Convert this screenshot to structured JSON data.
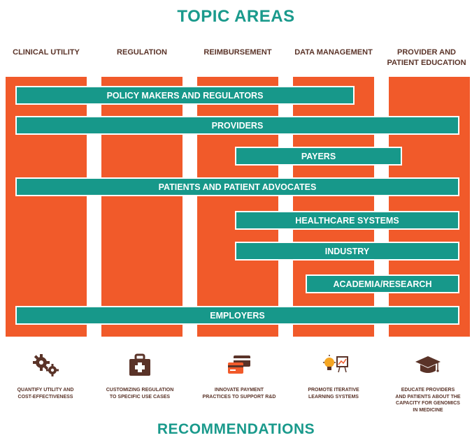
{
  "titles": {
    "top": "TOPIC AREAS",
    "bottom": "RECOMMENDATIONS"
  },
  "columns": [
    {
      "header_line1": "CLINICAL UTILITY",
      "header_line2": ""
    },
    {
      "header_line1": "REGULATION",
      "header_line2": ""
    },
    {
      "header_line1": "REIMBURSEMENT",
      "header_line2": ""
    },
    {
      "header_line1": "DATA MANAGEMENT",
      "header_line2": ""
    },
    {
      "header_line1": "PROVIDER AND",
      "header_line2": "PATIENT EDUCATION"
    }
  ],
  "stakeholders": [
    {
      "label": "POLICY MAKERS AND REGULATORS"
    },
    {
      "label": "PROVIDERS"
    },
    {
      "label": "PAYERS"
    },
    {
      "label": "PATIENTS AND PATIENT ADVOCATES"
    },
    {
      "label": "HEALTHCARE SYSTEMS"
    },
    {
      "label": "INDUSTRY"
    },
    {
      "label": "ACADEMIA/RESEARCH"
    },
    {
      "label": "EMPLOYERS"
    }
  ],
  "recommendations": [
    {
      "icon": "gears-icon",
      "line1": "QUANTIFY UTILITY AND",
      "line2": "COST-EFFECTIVENESS",
      "line3": "",
      "line4": ""
    },
    {
      "icon": "medical-kit-icon",
      "line1": "CUSTOMIZING REGULATION",
      "line2": "TO SPECIFIC USE CASES",
      "line3": "",
      "line4": ""
    },
    {
      "icon": "payment-cards-icon",
      "line1": "INNOVATE PAYMENT",
      "line2": "PRACTICES TO SUPPORT R&D",
      "line3": "",
      "line4": ""
    },
    {
      "icon": "lightbulb-chart-icon",
      "line1": "PROMOTE ITERATIVE",
      "line2": "LEARNING SYSTEMS",
      "line3": "",
      "line4": ""
    },
    {
      "icon": "graduation-cap-icon",
      "line1": "EDUCATE PROVIDERS",
      "line2": "AND PATIENTS ABOUT THE",
      "line3": "CAPACITY FOR GENOMICS",
      "line4": "IN MEDICINE"
    }
  ],
  "colors": {
    "title": "#1a9a8c",
    "column": "#f15a2a",
    "bar": "#17988a",
    "text_dark": "#5a3328"
  }
}
